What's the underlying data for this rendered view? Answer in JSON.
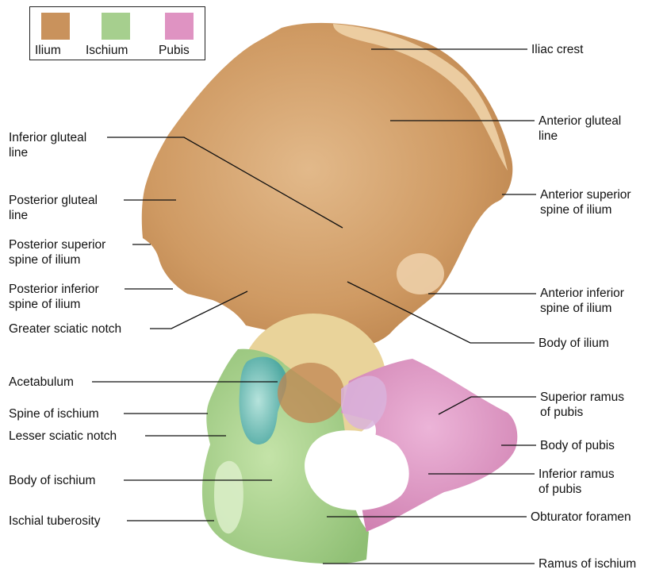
{
  "legend": {
    "items": [
      {
        "label": "Ilium",
        "color": "#c9925c"
      },
      {
        "label": "Ischium",
        "color": "#a6cf8e"
      },
      {
        "label": "Pubis",
        "color": "#df93c2"
      }
    ]
  },
  "labels": {
    "iliac_crest": [
      "Iliac crest"
    ],
    "anterior_gluteal_line": [
      "Anterior gluteal",
      "line"
    ],
    "anterior_superior_spine": [
      "Anterior superior",
      "spine of ilium"
    ],
    "anterior_inferior_spine": [
      "Anterior inferior",
      "spine of ilium"
    ],
    "body_of_ilium": [
      "Body of ilium"
    ],
    "superior_ramus_pubis": [
      "Superior ramus",
      "of pubis"
    ],
    "body_of_pubis": [
      "Body of pubis"
    ],
    "inferior_ramus_pubis": [
      "Inferior ramus",
      "of pubis"
    ],
    "obturator_foramen": [
      "Obturator foramen"
    ],
    "ramus_of_ischium": [
      "Ramus of ischium"
    ],
    "inferior_gluteal_line": [
      "Inferior gluteal",
      "line"
    ],
    "posterior_gluteal_line": [
      "Posterior gluteal",
      "line"
    ],
    "posterior_superior_spine": [
      "Posterior superior",
      "spine of ilium"
    ],
    "posterior_inferior_spine": [
      "Posterior inferior",
      "spine of ilium"
    ],
    "greater_sciatic_notch": [
      "Greater sciatic notch"
    ],
    "acetabulum": [
      "Acetabulum"
    ],
    "spine_of_ischium": [
      "Spine of ischium"
    ],
    "lesser_sciatic_notch": [
      "Lesser sciatic notch"
    ],
    "body_of_ischium": [
      "Body of ischium"
    ],
    "ischial_tuberosity": [
      "Ischial tuberosity"
    ]
  },
  "colors": {
    "ilium": "#c9925c",
    "ilium_light": "#e2b98a",
    "ischium": "#a6cf8e",
    "pubis": "#df93c2",
    "acetabulum_lunate": "#e9d39a",
    "acetabulum_fossa": "#7fc7c0",
    "leader_line": "#111111"
  }
}
